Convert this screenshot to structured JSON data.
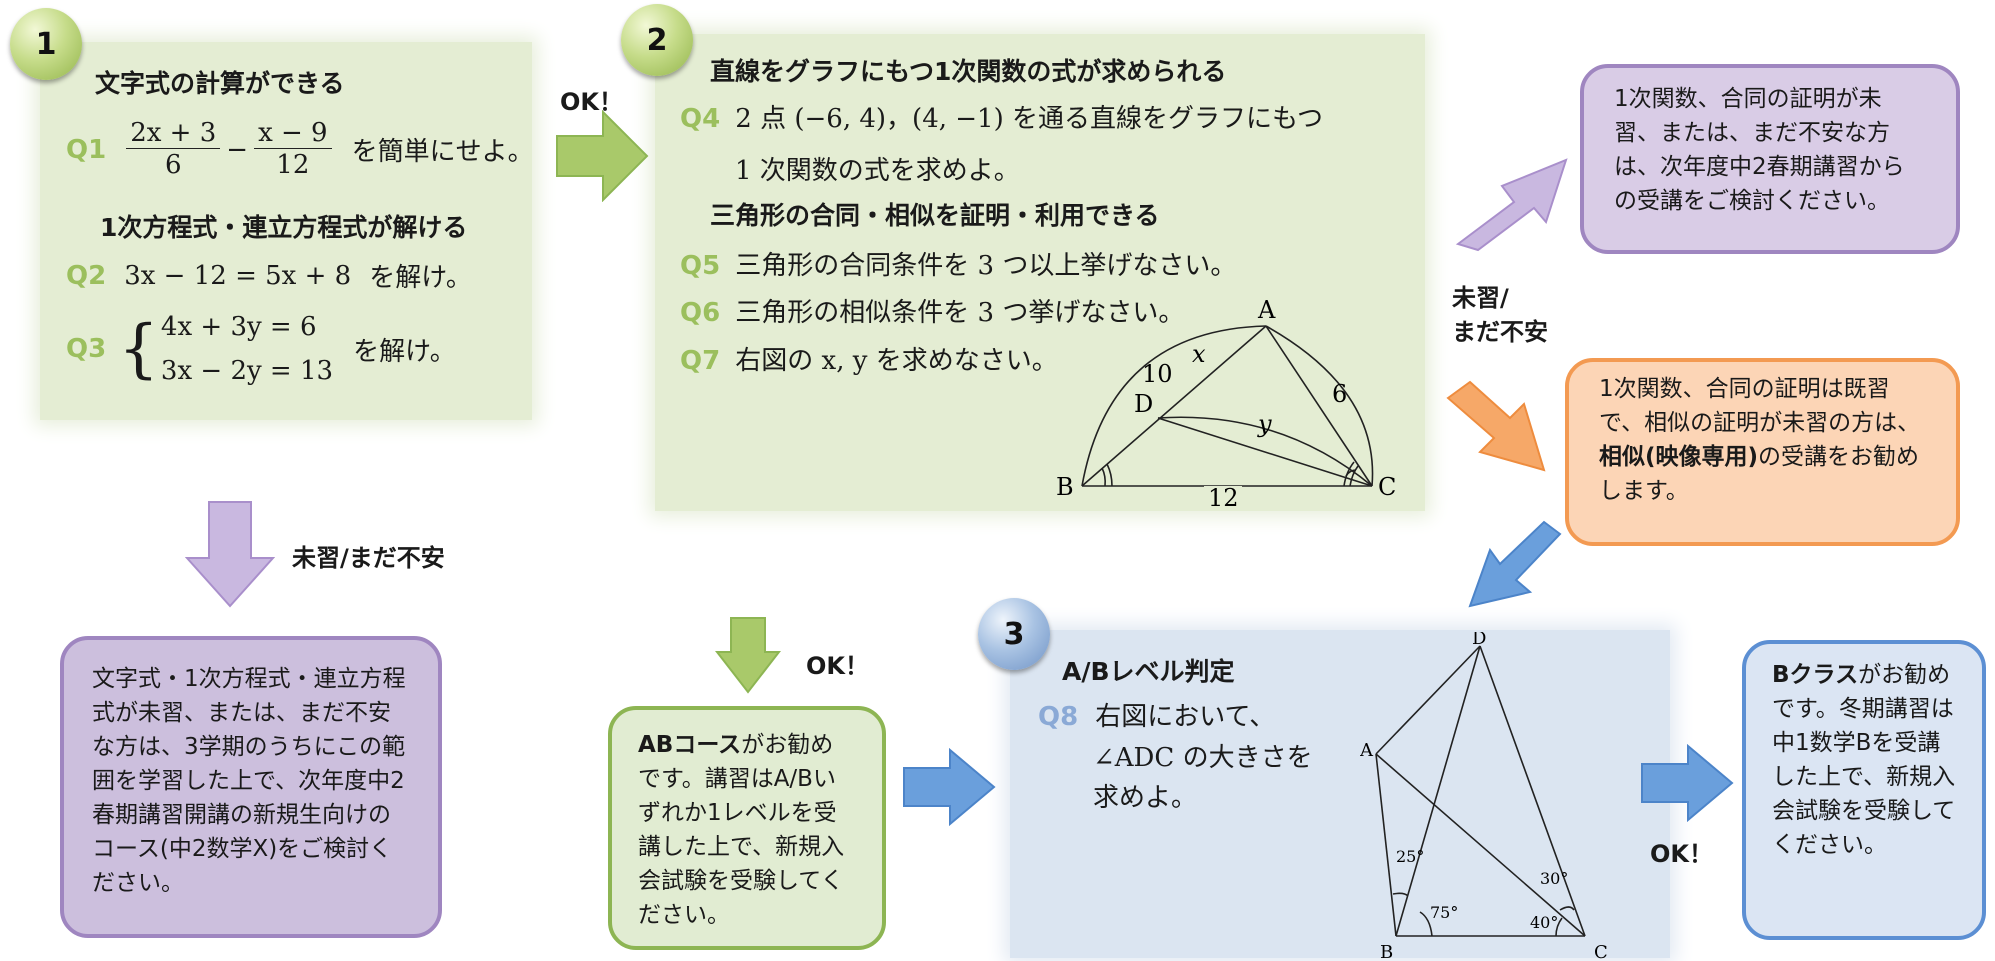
{
  "step1": {
    "number": "1",
    "heading1": "文字式の計算ができる",
    "q1": {
      "label": "Q1",
      "num1": "2x + 3",
      "den1": "6",
      "minus": "−",
      "num2": "x − 9",
      "den2": "12",
      "text": "を簡単にせよ。"
    },
    "heading2": "1次方程式・連立方程式が解ける",
    "q2": {
      "label": "Q2",
      "expr": "3x − 12 = 5x + 8",
      "text": "を解け。"
    },
    "q3": {
      "label": "Q3",
      "brace": "{",
      "eq1": "4x + 3y = 6",
      "eq2": "3x − 2y = 13",
      "text": "を解け。"
    }
  },
  "step2": {
    "number": "2",
    "heading1": "直線をグラフにもつ1次関数の式が求められる",
    "q4": {
      "label": "Q4",
      "line1": "2 点 (−6, 4)，(4, −1) を通る直線をグラフにもつ",
      "line2": "1 次関数の式を求めよ。"
    },
    "heading2": "三角形の合同・相似を証明・利用できる",
    "q5": {
      "label": "Q5",
      "text": "三角形の合同条件を 3 つ以上挙げなさい。"
    },
    "q6": {
      "label": "Q6",
      "text": "三角形の相似条件を 3 つ挙げなさい。"
    },
    "q7": {
      "label": "Q7",
      "text": "右図の x, y を求めなさい。"
    },
    "figure": {
      "A": "A",
      "B": "B",
      "C": "C",
      "D": "D",
      "x": "x",
      "y": "y",
      "ten": "10",
      "six": "6",
      "twelve": "12"
    }
  },
  "step3": {
    "number": "3",
    "heading": "A/Bレベル判定",
    "q8": {
      "label": "Q8",
      "line1": "右図において、",
      "line2": "∠ADC の大きさを",
      "line3": "求めよ。"
    },
    "figure": {
      "A": "A",
      "B": "B",
      "C": "C",
      "D": "D",
      "a25": "25°",
      "a75": "75°",
      "a30": "30°",
      "a40": "40°"
    }
  },
  "labels": {
    "ok1": "OK！",
    "ok_ab": "OK！",
    "ok_b": "OK！",
    "miharu_down": "未習/まだ不安",
    "miharu_right1": "未習/",
    "miharu_right2": "まだ不安"
  },
  "boxes": {
    "purple_left": "文字式・1次方程式・連立方程式が未習、または、まだ不安な方は、3学期のうちにこの範囲を学習した上で、次年度中2春期講習開講の新規生向けのコース(中2数学X)をご検討ください。",
    "purple_right": "1次関数、合同の証明が未習、または、まだ不安な方は、次年度中2春期講習からの受講をご検討ください。",
    "orange": {
      "pre": "1次関数、合同の証明は既習で、相似の証明が未習の方は、",
      "bold": "相似(映像専用)",
      "post": "の受講をお勧めします。"
    },
    "ab": {
      "bold": "ABコース",
      "post": "がお勧めです。講習はA/Bいずれか1レベルを受講した上で、新規入会試験を受験してください。"
    },
    "b": {
      "bold": "Bクラス",
      "post": "がお勧めです。冬期講習は中1数学Bを受講した上で、新規入会試験を受験してください。"
    }
  },
  "colors": {
    "green_arrow": "#a9c96a",
    "purple_arrow": "#c5b3dd",
    "orange_arrow": "#f6a868",
    "blue_arrow": "#6a9fdc"
  }
}
